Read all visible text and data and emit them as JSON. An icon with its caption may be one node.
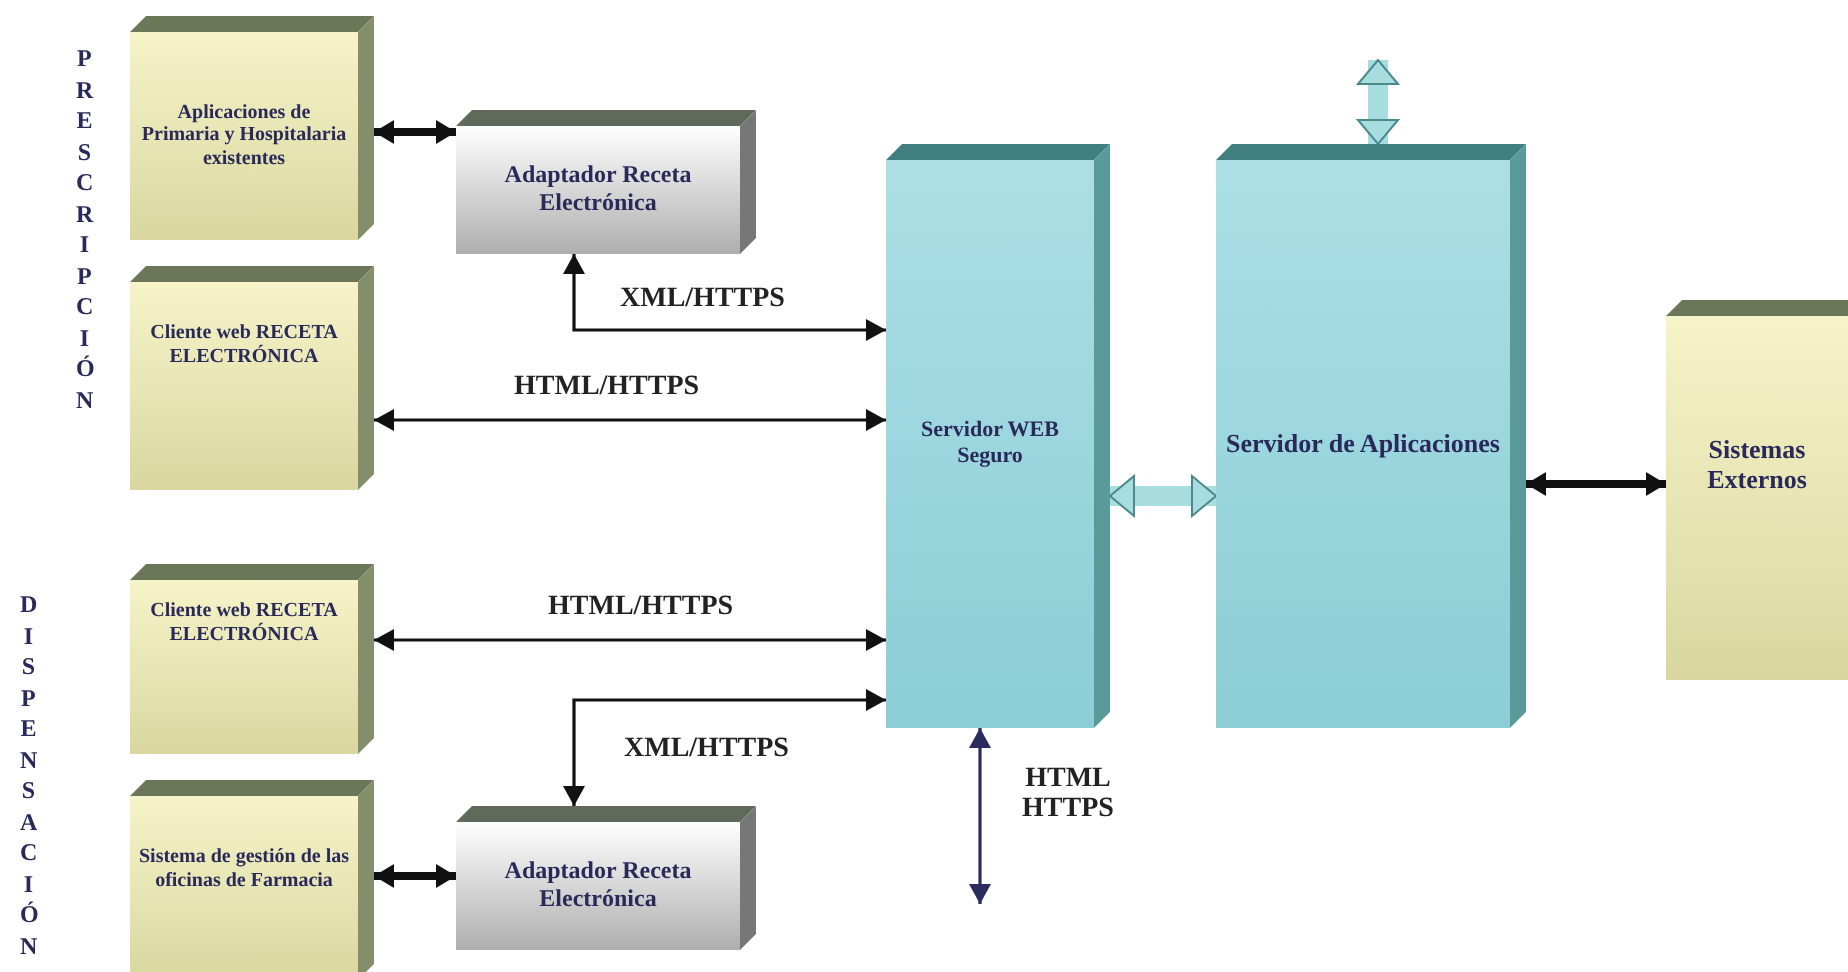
{
  "diagram": {
    "nodes": [
      {
        "text": [
          "Aplicaciones de Primaria y Hospitalaria existentes"
        ]
      },
      {
        "text": [
          "Adaptador Receta Electrónica"
        ]
      },
      {
        "text": [
          "Cliente web RECETA ELECTRÓNICA"
        ]
      },
      {
        "text": [
          "Servidor WEB Seguro"
        ]
      },
      {
        "text": [
          "Servidor de Aplicaciones"
        ]
      },
      {
        "text": [
          "Sistemas Externos"
        ]
      },
      {
        "text": [
          "Cliente web RECETA ELECTRÓNICA"
        ]
      },
      {
        "text": [
          "Sistema de gestión de las oficinas de Farmacia"
        ]
      },
      {
        "text": [
          "Adaptador Receta Electrónica"
        ]
      }
    ],
    "edges": [
      {
        "from": 0,
        "to": 1,
        "arrow": "both",
        "style": "thick"
      },
      {
        "from": 1,
        "to": 3,
        "arrow": "both",
        "label": "XML/HTTPS"
      },
      {
        "from": 2,
        "to": 3,
        "arrow": "both",
        "label": "HTML/HTTPS"
      },
      {
        "from": 6,
        "to": 3,
        "arrow": "both",
        "label": "HTML/HTTPS"
      },
      {
        "from": 3,
        "to": 8,
        "arrow": "both",
        "label": "XML/HTTPS"
      },
      {
        "from": 7,
        "to": 8,
        "arrow": "both",
        "style": "thick"
      },
      {
        "from": 3,
        "to": 4,
        "arrow": "both",
        "style": "thick",
        "color": "#a8dde0"
      },
      {
        "from": null,
        "to": 4,
        "arrow": "both",
        "style": "thick",
        "color": "#a8dde0"
      },
      {
        "from": 4,
        "to": 5,
        "arrow": "both",
        "style": "thick"
      },
      {
        "from": 3,
        "to": null,
        "arrow": "both",
        "label": "HTML HTTPS",
        "color": "#2b2b5e"
      }
    ],
    "labels": [
      "PRESCRIPCIÓN",
      "DISPENSACIÓN"
    ]
  }
}
